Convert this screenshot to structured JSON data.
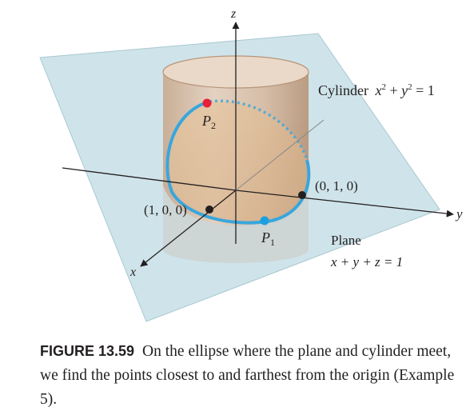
{
  "axes": {
    "z": "z",
    "y": "y",
    "x": "x"
  },
  "labels": {
    "cylinder": "Cylinder",
    "cylinder_eq": {
      "x": "x",
      "y": "y",
      "exp": "2",
      "plus": " + ",
      "eq": " = 1"
    },
    "p2": {
      "base": "P",
      "sub": "2"
    },
    "p1": {
      "base": "P",
      "sub": "1"
    },
    "point_010": "(0, 1, 0)",
    "point_100": "(1, 0, 0)",
    "plane": "Plane",
    "plane_eq": "x + y + z = 1"
  },
  "caption": {
    "figure_label": "FIGURE 13.59",
    "text": "On the ellipse where the plane and cylinder meet, we find the points closest to and farthest from the origin (Example 5)."
  },
  "colors": {
    "plane": "#cfe4ea",
    "cylinder": "#d9bfa8",
    "ellipse": "#3aa6dc",
    "p2": "#e8203a",
    "p1": "#1c9fe0"
  }
}
